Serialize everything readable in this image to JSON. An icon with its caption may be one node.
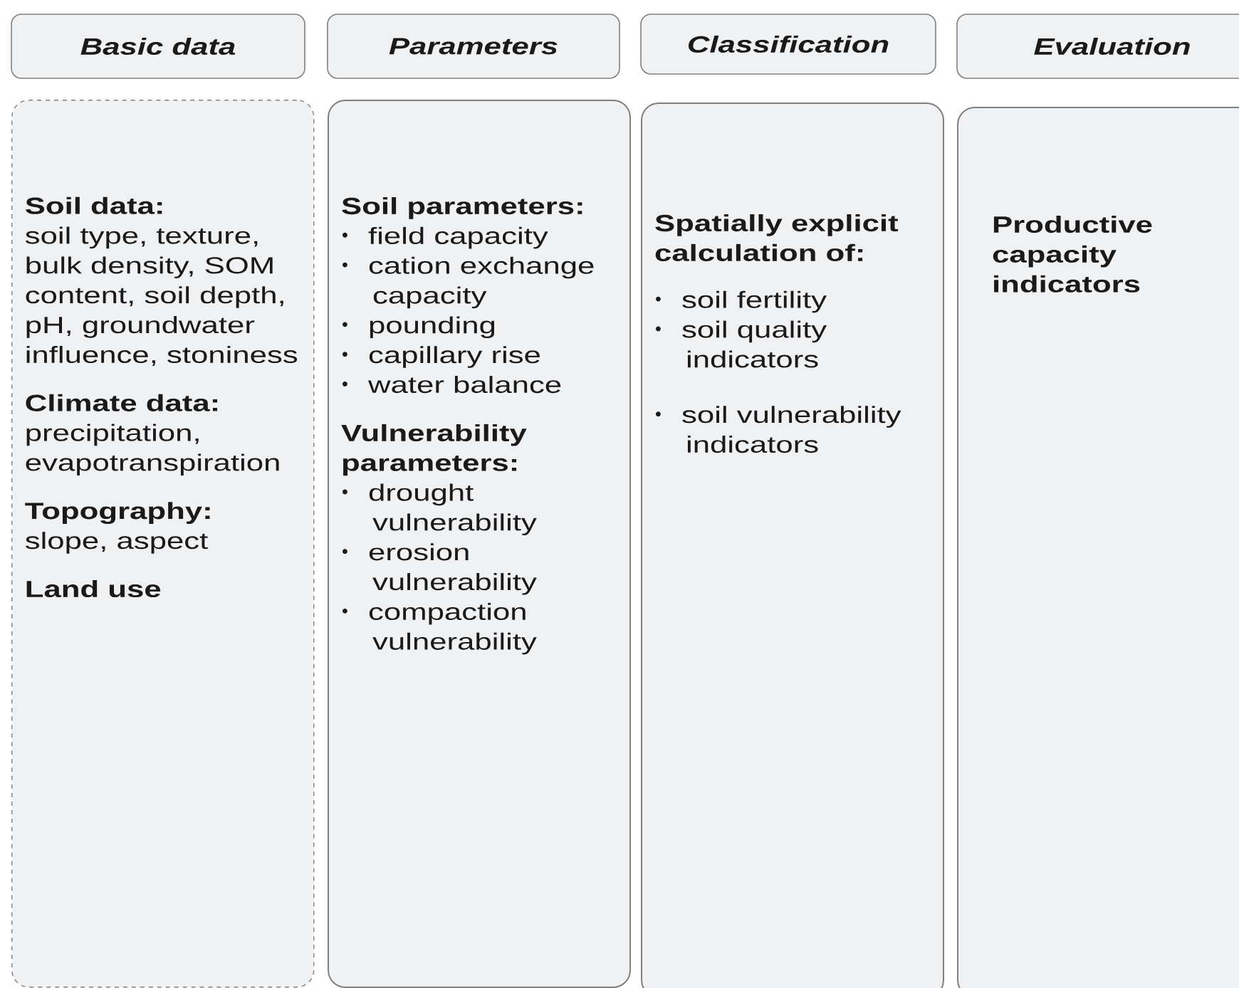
{
  "diagram": {
    "nodes": [
      {
        "text": [
          "Basic data"
        ]
      },
      {
        "text": [
          "Parameters"
        ]
      },
      {
        "text": [
          "Classification"
        ]
      },
      {
        "text": [
          "Evaluation"
        ]
      },
      {
        "text": [
          "Soil data:",
          "soil type, texture, bulk density, SOM content, soil depth, pH, groundwater influence, stoniness",
          "Climate data:",
          "precipitation, evapotranspiration",
          "Topography:",
          "slope, aspect",
          "Land use"
        ]
      },
      {
        "text": [
          "Soil parameters:",
          "field capacity",
          "cation exchange capacity",
          "pounding",
          "capillary rise",
          "water balance",
          "Vulnerability parameters:",
          "drought vulnerability",
          "erosion vulnerability",
          "compaction vulnerability"
        ]
      },
      {
        "text": [
          "Spatially explicit calculation of:",
          "soil fertility",
          "soil quality indicators",
          "soil vulnerability indicators"
        ]
      },
      {
        "text": [
          "Productive capacity indicators"
        ]
      }
    ]
  }
}
